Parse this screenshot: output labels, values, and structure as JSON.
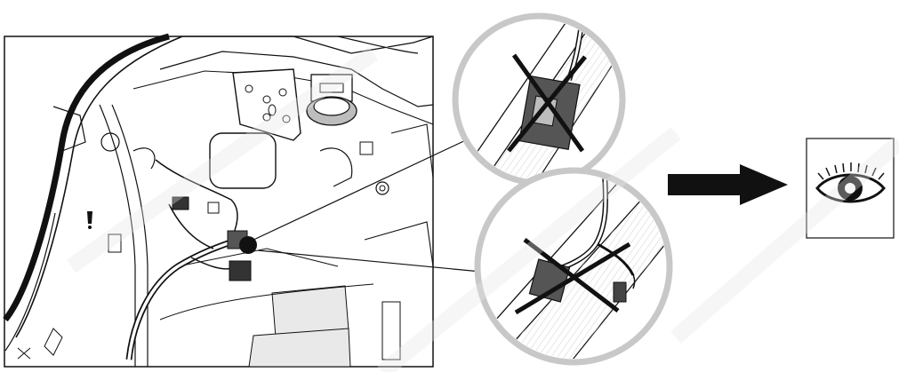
{
  "figure": {
    "kind": "technical-installation-illustration",
    "panels": [
      {
        "id": "overview",
        "depicts": "vehicle-rear-interior-body-panel-with-wiring-harness"
      },
      {
        "id": "callout-top",
        "depicts": "connector-detail",
        "status": "crossed-out"
      },
      {
        "id": "callout-bottom",
        "depicts": "connector-detail",
        "status": "crossed-out"
      }
    ],
    "arrow": {
      "icon": "right-arrow-icon",
      "points_to": "eye-icon"
    },
    "action_icon": "eye-icon",
    "watermark_icon": "diagonal-watermark",
    "colors": {
      "line": "#111111",
      "callout_ring": "#c8c8c8",
      "watermark": "#e6e6e6",
      "fill": "#ffffff",
      "shade": "#e9e9e9"
    }
  }
}
